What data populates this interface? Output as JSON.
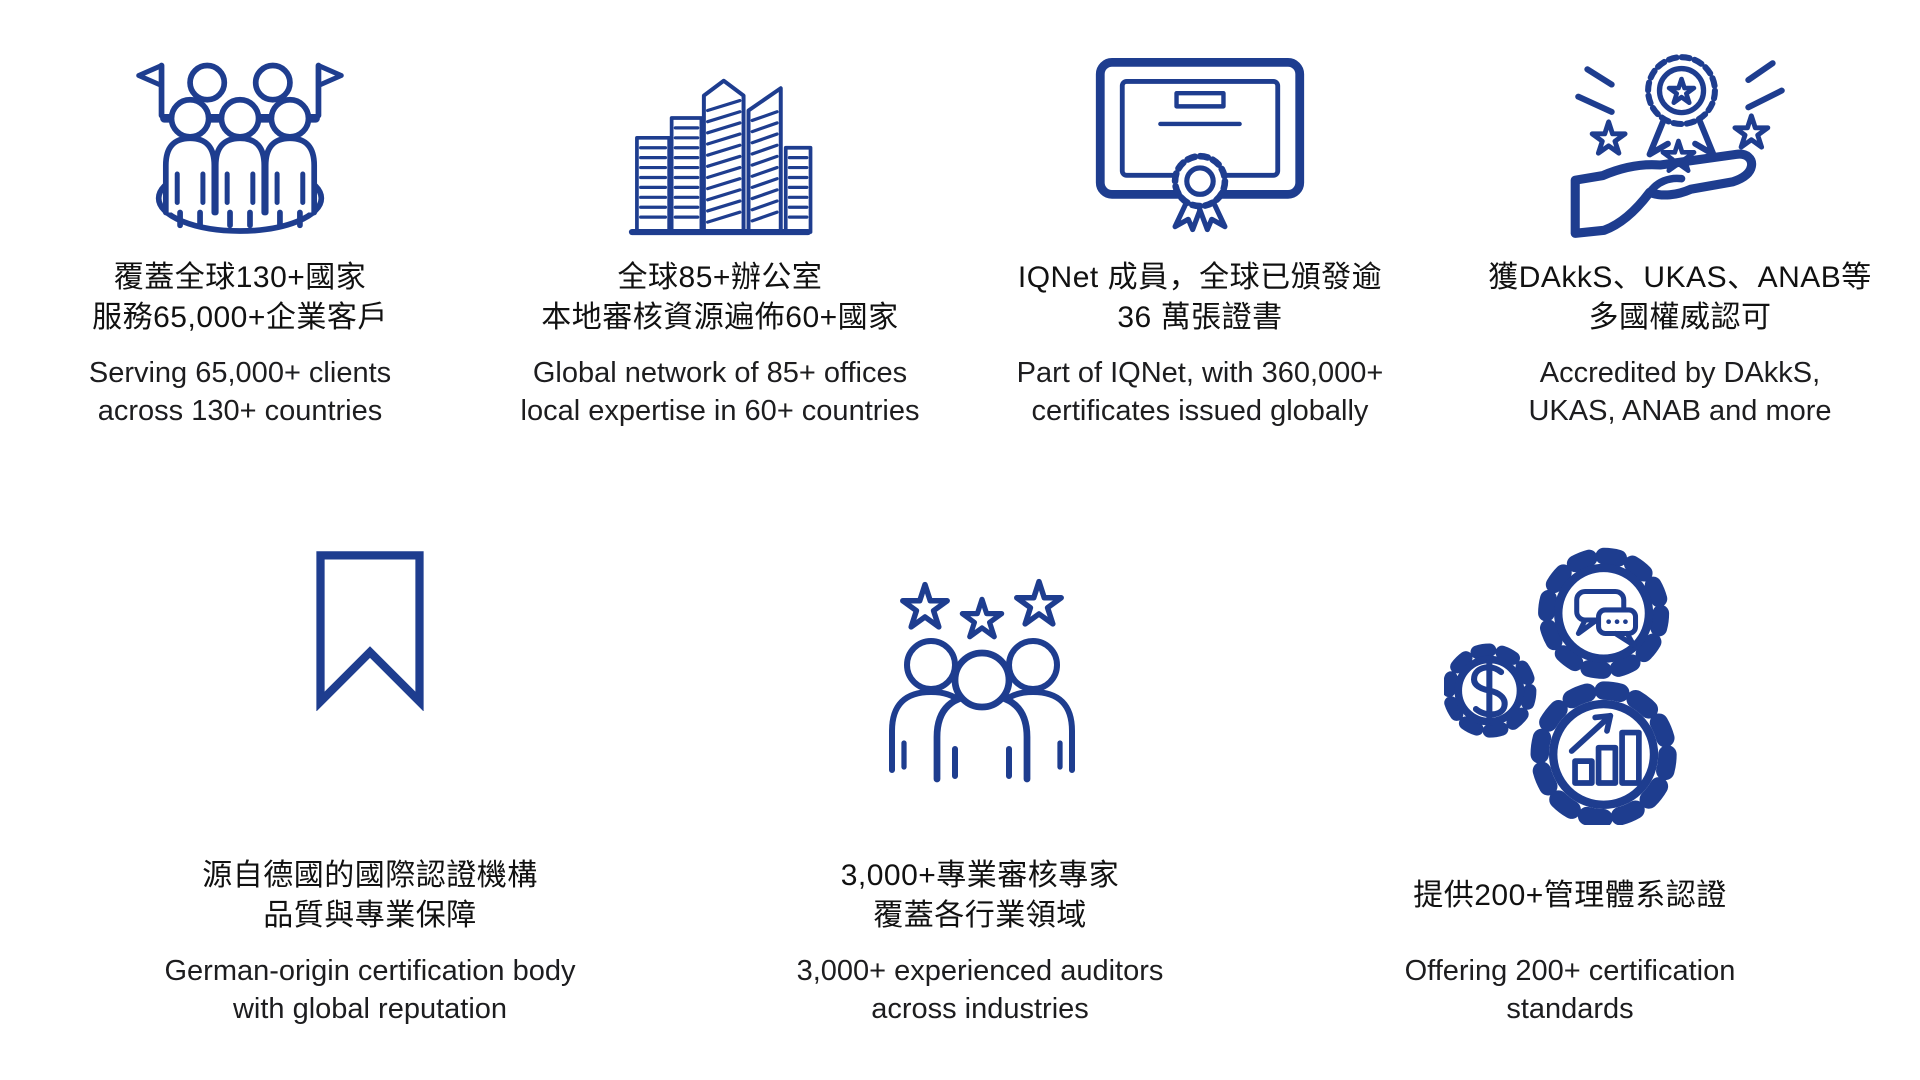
{
  "page": {
    "accent_color": "#1e3d8f",
    "zh_text_color": "#111111",
    "en_text_color": "#1d1d1f",
    "background": "#ffffff"
  },
  "cards": [
    {
      "id": "clients",
      "icon": "people-flags-icon",
      "zh": [
        "覆蓋全球130+國家",
        "服務65,000+企業客戶"
      ],
      "en": [
        "Serving 65,000+ clients",
        "across 130+ countries"
      ]
    },
    {
      "id": "offices",
      "icon": "buildings-icon",
      "zh": [
        "全球85+辦公室",
        "本地審核資源遍佈60+國家"
      ],
      "en": [
        "Global network of 85+ offices",
        "local expertise in 60+ countries"
      ]
    },
    {
      "id": "iqnet",
      "icon": "certificate-icon",
      "zh": [
        "IQNet 成員，全球已頒發逾",
        "36 萬張證書"
      ],
      "en": [
        "Part of IQNet, with 360,000+",
        "certificates issued globally"
      ]
    },
    {
      "id": "accreditation",
      "icon": "medal-hand-icon",
      "zh": [
        "獲DAkkS、UKAS、ANAB等",
        "多國權威認可"
      ],
      "en": [
        "Accredited by DAkkS,",
        "UKAS, ANAB and more"
      ]
    },
    {
      "id": "german-origin",
      "icon": "bookmark-icon",
      "zh": [
        "源自德國的國際認證機構",
        "品質與專業保障"
      ],
      "en": [
        "German-origin certification body",
        "with global reputation"
      ]
    },
    {
      "id": "auditors",
      "icon": "auditors-stars-icon",
      "zh": [
        "3,000+專業審核專家",
        "覆蓋各行業領域"
      ],
      "en": [
        "3,000+ experienced auditors",
        "across industries"
      ]
    },
    {
      "id": "standards",
      "icon": "gears-icon",
      "zh": [
        "提供200+管理體系認證"
      ],
      "en": [
        "Offering 200+ certification",
        "standards"
      ]
    }
  ]
}
